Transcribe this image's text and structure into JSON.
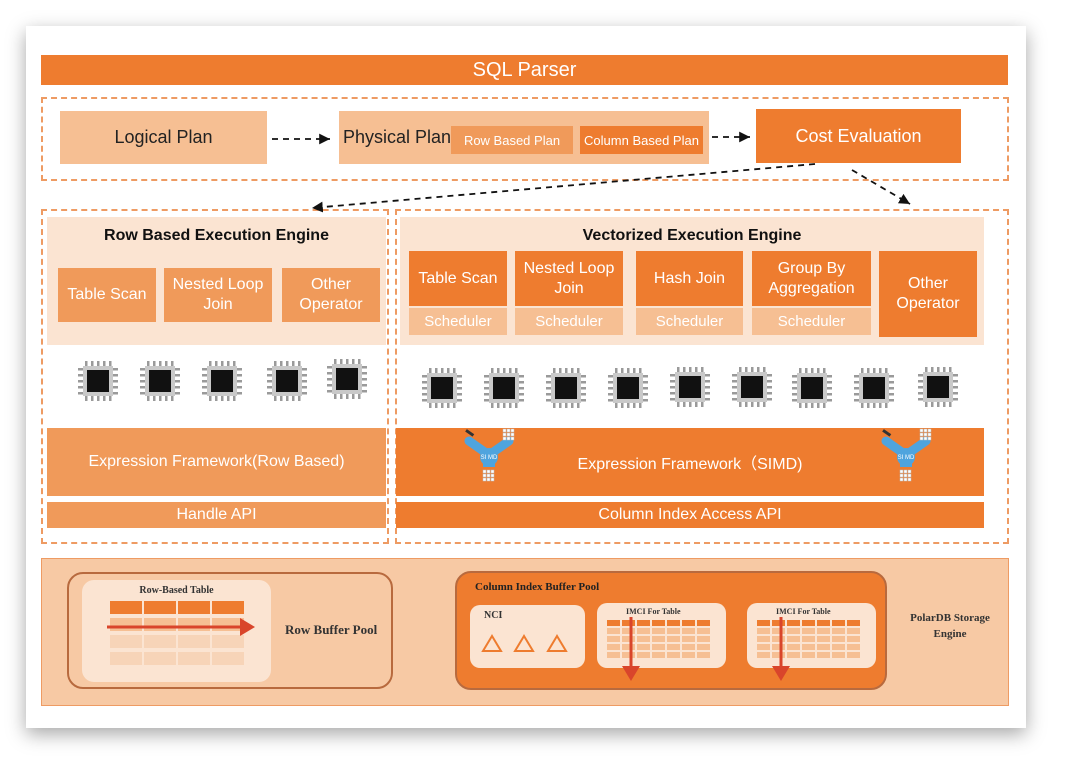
{
  "sql_parser": "SQL Parser",
  "planning": {
    "logical_plan": "Logical Plan",
    "physical_plan": "Physical Plan",
    "row_based_plan": "Row Based Plan",
    "column_based_plan": "Column Based Plan",
    "cost_evaluation": "Cost Evaluation"
  },
  "row_engine": {
    "title": "Row Based Execution Engine",
    "operators": [
      "Table Scan",
      "Nested Loop Join",
      "Other Operator"
    ],
    "expression_framework": "Expression Framework(Row Based)",
    "api": "Handle  API"
  },
  "vec_engine": {
    "title": "Vectorized Execution Engine",
    "operators": [
      "Table Scan",
      "Nested Loop Join",
      "Hash Join",
      "Group By Aggregation"
    ],
    "scheduler": "Scheduler",
    "other_operator": "Other Operator",
    "expression_framework": "Expression Framework（SIMD)",
    "api": "Column Index Access API",
    "simd_label": "SI MD"
  },
  "storage": {
    "row_table": "Row-Based Table",
    "row_pool": "Row Buffer Pool",
    "column_pool": "Column  Index Buffer Pool",
    "nci": "NCI",
    "imci_table": "IMCI  For  Table",
    "engine": "PolarDB Storage Engine"
  },
  "colors": {
    "dark_orange": "#ee7c2f",
    "mid_orange": "#f09a5a",
    "light_orange": "#f6bf93",
    "pale_orange": "#fbe4d2",
    "arrow_red": "#d9452b"
  },
  "icons": {
    "chip": "cpu-chip-icon",
    "simd": "simd-y-icon"
  }
}
